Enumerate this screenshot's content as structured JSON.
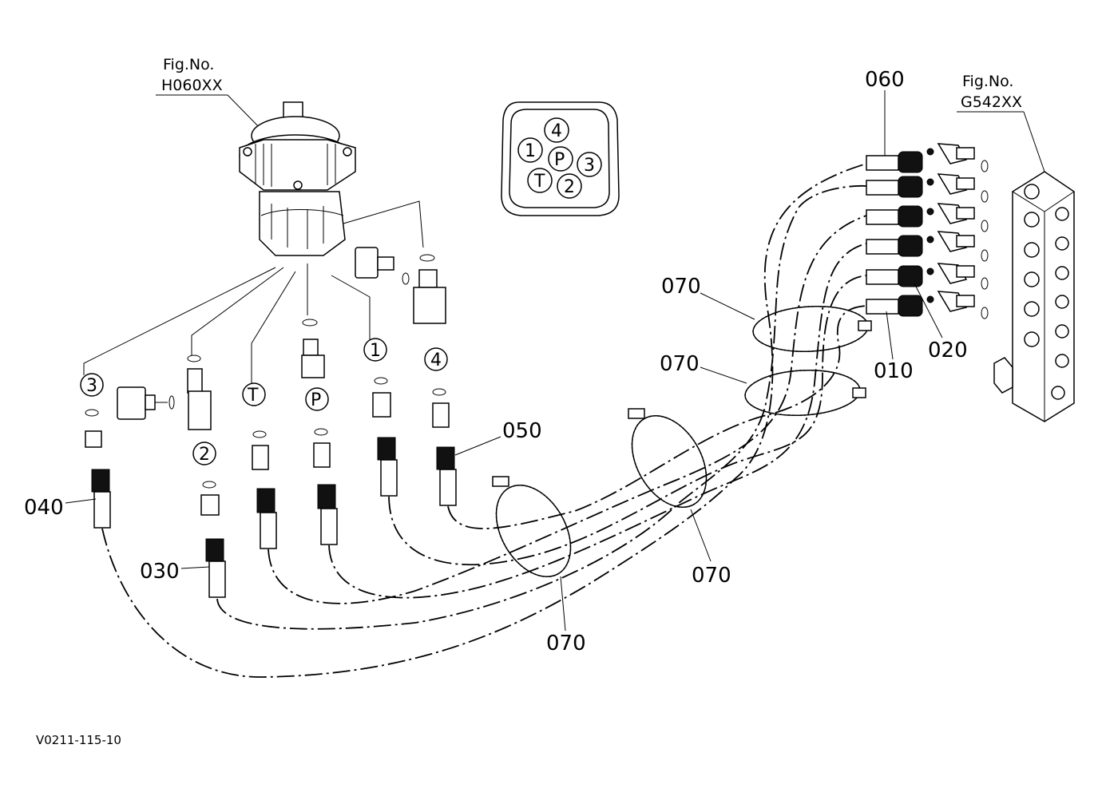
{
  "figure_refs": [
    {
      "label": "Fig.No.",
      "code": "H060XX"
    },
    {
      "label": "Fig.No.",
      "code": "G542XX"
    }
  ],
  "part_labels": [
    "010",
    "020",
    "030",
    "040",
    "050",
    "060",
    "070",
    "070",
    "070",
    "070"
  ],
  "port_pattern": [
    "4",
    "1",
    "P",
    "3",
    "T",
    "2"
  ],
  "port_markers": [
    "3",
    "T",
    "P",
    "1",
    "4",
    "2"
  ],
  "drawing_code": "V0211-115-10"
}
